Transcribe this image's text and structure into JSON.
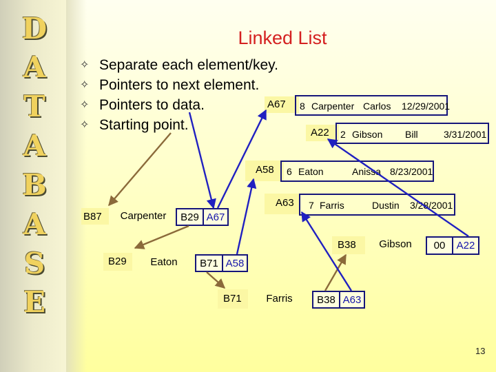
{
  "sidebar": {
    "letters": [
      "D",
      "A",
      "T",
      "A",
      "B",
      "A",
      "S",
      "E"
    ]
  },
  "title": "Linked List",
  "bullets": [
    "Separate each element/key.",
    "Pointers to next element.",
    "Pointers to data.",
    "Starting point."
  ],
  "records": [
    {
      "address": "A67",
      "num": "8",
      "last": "Carpenter",
      "first": "Carlos",
      "date": "12/29/2001"
    },
    {
      "address": "A22",
      "num": "2",
      "last": "Gibson",
      "first": "Bill",
      "date": "3/31/2001"
    },
    {
      "address": "A58",
      "num": "6",
      "last": "Eaton",
      "first": "Anissa",
      "date": "8/23/2001"
    },
    {
      "address": "A63",
      "num": "7",
      "last": "Farris",
      "first": "Dustin",
      "date": "3/28/2001"
    }
  ],
  "nodes": {
    "b87": {
      "address": "B87",
      "key": "Carpenter",
      "next": "B29",
      "data": "A67"
    },
    "b29": {
      "address": "B29",
      "key": "Eaton",
      "next": "B71",
      "data": "A58"
    },
    "b71": {
      "address": "B71",
      "key": "Farris",
      "next": "B38",
      "data": "A63"
    },
    "b38": {
      "address": "B38",
      "key": "Gibson",
      "next": "00",
      "data": "A22"
    }
  },
  "colors": {
    "title": "#d42020",
    "link_arrow": "#8b6a3a",
    "data_arrow": "#2020c0",
    "record_border": "#15157a"
  },
  "slide_number": "13"
}
